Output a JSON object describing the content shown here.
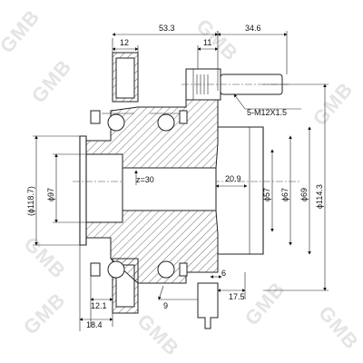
{
  "watermark": {
    "text": "GMB"
  },
  "dimensions": {
    "top_left_span": "53.3",
    "top_right_span": "34.6",
    "flange_width": "12",
    "stud_head_width": "11",
    "stud_thread": "5-M12X1.5",
    "teeth": "z=30",
    "bore_depth": "20.9",
    "left_outer_dia": "(ϕ118.7)",
    "left_dia": "ϕ97",
    "dia_57": "ϕ57",
    "dia_67": "ϕ67",
    "dia_69": "ϕ69",
    "dia_114": "ϕ114.3",
    "seal_width": "12.1",
    "bottom_offset": "18.4",
    "bottom_mid": "9",
    "bottom_right_small": "6",
    "bottom_right": "17.5"
  }
}
